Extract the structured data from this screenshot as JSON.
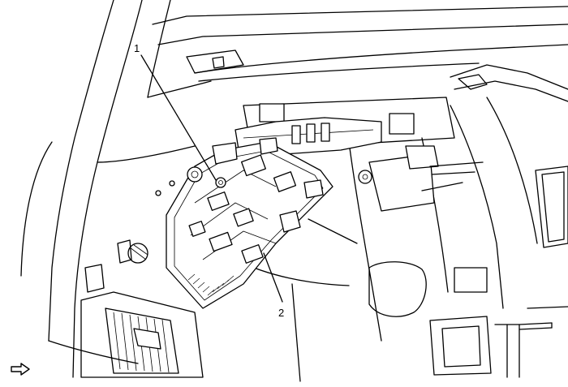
{
  "callouts": [
    {
      "id": "1",
      "label": "1"
    },
    {
      "id": "2",
      "label": "2"
    }
  ],
  "icons": {
    "view_direction": "arrow-right-outline-icon"
  }
}
